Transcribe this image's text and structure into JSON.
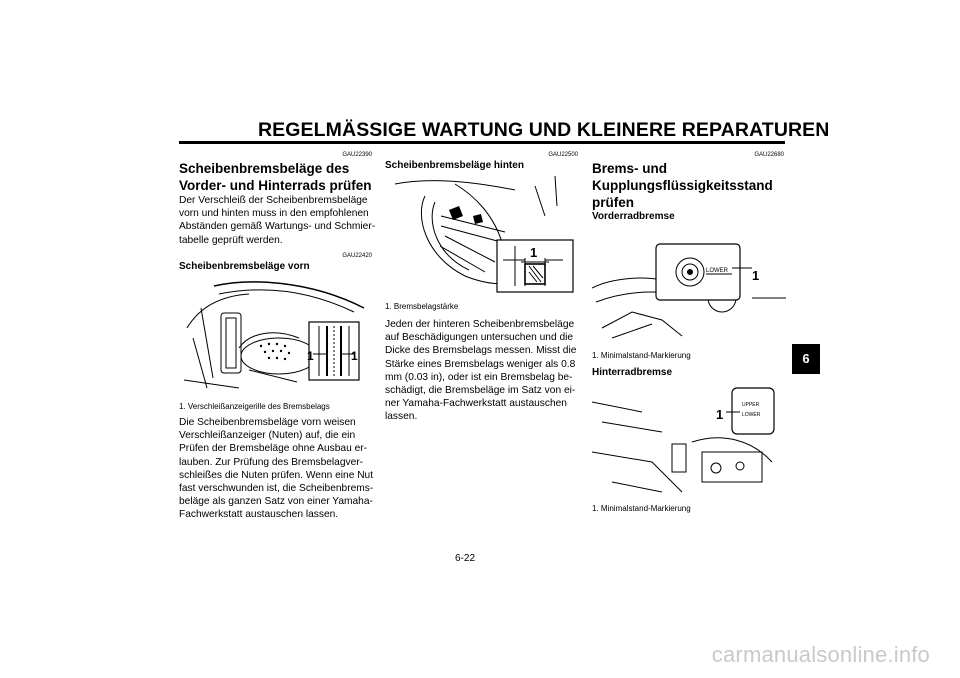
{
  "header": {
    "title": "REGELMÄSSIGE WARTUNG UND KLEINERE REPARATUREN"
  },
  "col1": {
    "code1": "GAU22390",
    "heading_line1": "Scheibenbremsbeläge des",
    "heading_line2": "Vorder- und Hinterrads prüfen",
    "intro": [
      "Der Verschleiß der Scheibenbremsbeläge",
      "vorn und hinten muss in den empfohlenen",
      "Abständen gemäß Wartungs- und Schmier-",
      "tabelle geprüft werden."
    ],
    "code2": "GAU22420",
    "subheading": "Scheibenbremsbeläge vorn",
    "figure_label": "1",
    "caption": "1. Verschleißanzeigerille des Bremsbelags",
    "text": [
      "Die Scheibenbremsbeläge vorn weisen",
      "Verschleißanzeiger (Nuten) auf, die ein",
      "Prüfen der Bremsbeläge ohne Ausbau er-",
      "lauben. Zur Prüfung des Bremsbelagver-",
      "schleißes die Nuten prüfen. Wenn eine Nut",
      "fast verschwunden ist, die Scheibenbrems-",
      "beläge als ganzen Satz von einer Yamaha-",
      "Fachwerkstatt austauschen lassen."
    ]
  },
  "col2": {
    "code": "GAU22500",
    "subheading": "Scheibenbremsbeläge hinten",
    "figure_label": "1",
    "caption": "1. Bremsbelagstärke",
    "text": [
      "Jeden der hinteren Scheibenbremsbeläge",
      "auf Beschädigungen untersuchen und die",
      "Dicke des Bremsbelags messen. Misst die",
      "Stärke eines Bremsbelags weniger als 0.8",
      "mm (0.03 in), oder ist ein Bremsbelag be-",
      "schädigt, die Bremsbeläge im Satz von ei-",
      "ner Yamaha-Fachwerkstatt austauschen",
      "lassen."
    ]
  },
  "col3": {
    "code": "GAU22680",
    "heading_line1": "Brems- und",
    "heading_line2": "Kupplungsflüssigkeitsstand",
    "heading_line3": "prüfen",
    "sub1": "Vorderradbremse",
    "fig1_label": "1",
    "fig1_mark": "LOWER",
    "caption1": "1. Minimalstand-Markierung",
    "sub2": "Hinterradbremse",
    "fig2_label": "1",
    "fig2_upper": "UPPER",
    "fig2_lower": "LOWER",
    "caption2": "1. Minimalstand-Markierung"
  },
  "tab": "6",
  "page_number": "6-22",
  "watermark": "carmanualsonline.info"
}
